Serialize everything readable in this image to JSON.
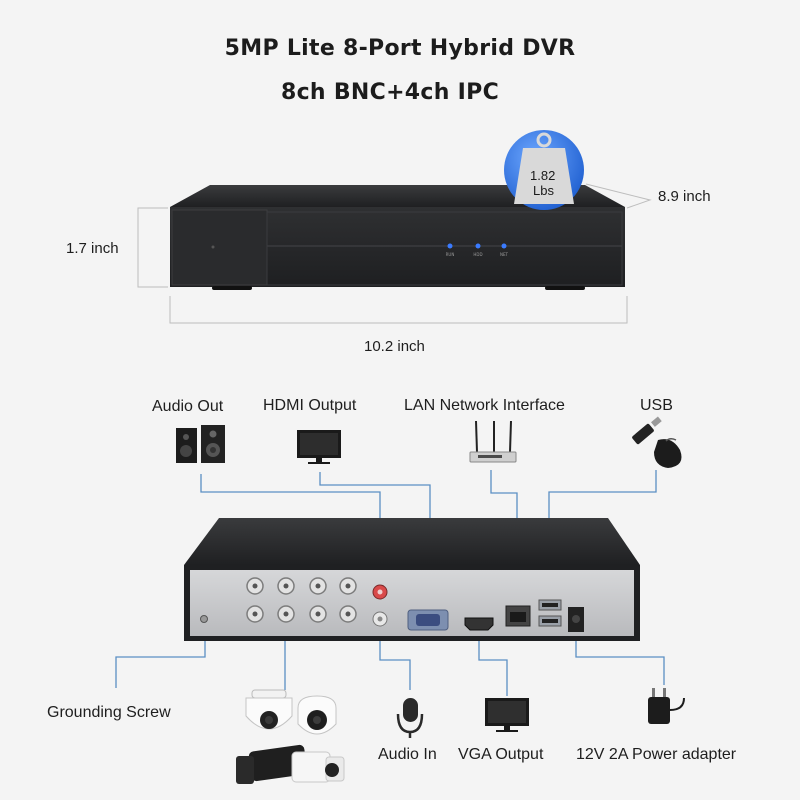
{
  "title": {
    "line1": "5MP Lite 8-Port Hybrid DVR",
    "line2": "8ch BNC+4ch IPC"
  },
  "dimensions": {
    "weight_value": "1.82",
    "weight_unit": "Lbs",
    "depth": "8.9 inch",
    "height": "1.7 inch",
    "width": "10.2 inch"
  },
  "front_leds": [
    "RUN",
    "HDD",
    "NET"
  ],
  "ports": {
    "audio_out": "Audio Out",
    "hdmi_output": "HDMI Output",
    "lan": "LAN Network Interface",
    "usb": "USB",
    "grounding_screw": "Grounding Screw",
    "audio_in": "Audio In",
    "vga_output": "VGA Output",
    "power": "12V 2A Power adapter"
  },
  "colors": {
    "device_body": "#2b2c2e",
    "rear_panel": "#c9cacc",
    "connector_line": "#5b8fc4",
    "badge": "#2f6fd0",
    "led": "#3a7bff"
  },
  "icons": [
    "weight-icon",
    "speaker-icon",
    "monitor-icon",
    "router-icon",
    "usb-drive-icon",
    "mouse-icon",
    "dome-camera-icon",
    "bullet-camera-icon",
    "microphone-icon",
    "power-adapter-icon"
  ]
}
